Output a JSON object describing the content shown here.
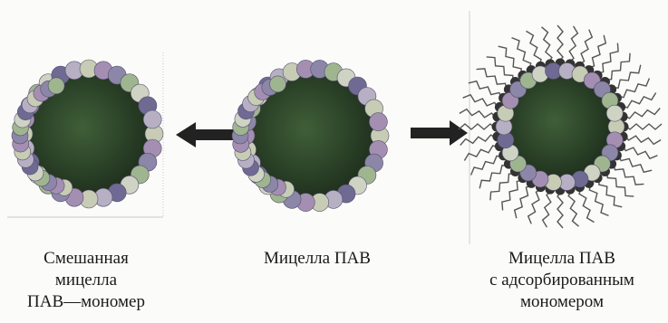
{
  "colors": {
    "core": "#2f4a2c",
    "core_dark": "#1b2a1a",
    "heads": [
      "#c7ccb5",
      "#a48fb3",
      "#8c86a8",
      "#9fb590",
      "#cfd3c4",
      "#6e6a93",
      "#b7b0c4"
    ],
    "tail": "#555555",
    "arrow": "#222222",
    "head_monomer": "#333333"
  },
  "captions": {
    "left": {
      "line1": "Смешанная",
      "line2": "мицелла",
      "line3": "ПАВ—мономер"
    },
    "middle": {
      "line1": "Мицелла ПАВ"
    },
    "right": {
      "line1": "Мицелла ПАВ",
      "line2": "с адсорбированным",
      "line3": "мономером"
    }
  }
}
